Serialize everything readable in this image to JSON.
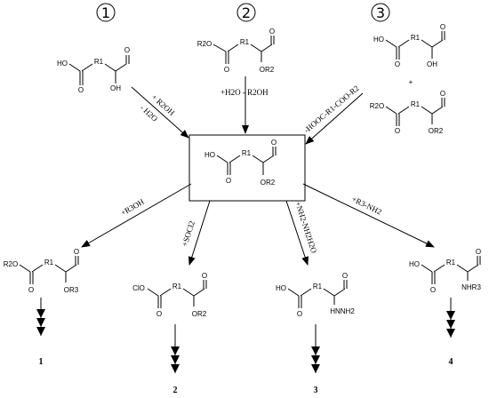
{
  "routes": [
    "1",
    "2",
    "3"
  ],
  "route_1": {
    "reagent": "+ R2OH",
    "byproduct": "- H2O",
    "molecule": {
      "left": "HO",
      "center": "R1",
      "right": "OH"
    }
  },
  "route_2": {
    "conditions": "+H2O - R2OH",
    "molecule": {
      "left": "R2O",
      "center": "R1",
      "right": "OR2"
    }
  },
  "route_3": {
    "reagent": "-HOOC-R1-COO-R2",
    "plus": "+",
    "molecule_a": {
      "left": "HO",
      "center": "R1",
      "right": "OH"
    },
    "molecule_b": {
      "left": "R2O",
      "center": "R1",
      "right": "OR2"
    }
  },
  "central": {
    "left": "HO",
    "center": "R1",
    "right": "OR2"
  },
  "product_1": {
    "reagent": "+R3OH",
    "left": "R2O",
    "center": "R1",
    "right": "OR3",
    "number": "1"
  },
  "product_2": {
    "reagent": "+SOCl2",
    "left": "ClO",
    "center": "R1",
    "right": "OR2",
    "number": "2"
  },
  "product_3": {
    "reagent": "+NH2-NH2H2O",
    "left": "HO",
    "center": "R1",
    "right": "HNNH2",
    "number": "3"
  },
  "product_4": {
    "reagent": "+R3-NH2",
    "left": "HO",
    "center": "R1",
    "right": "NHR3",
    "number": "4"
  }
}
